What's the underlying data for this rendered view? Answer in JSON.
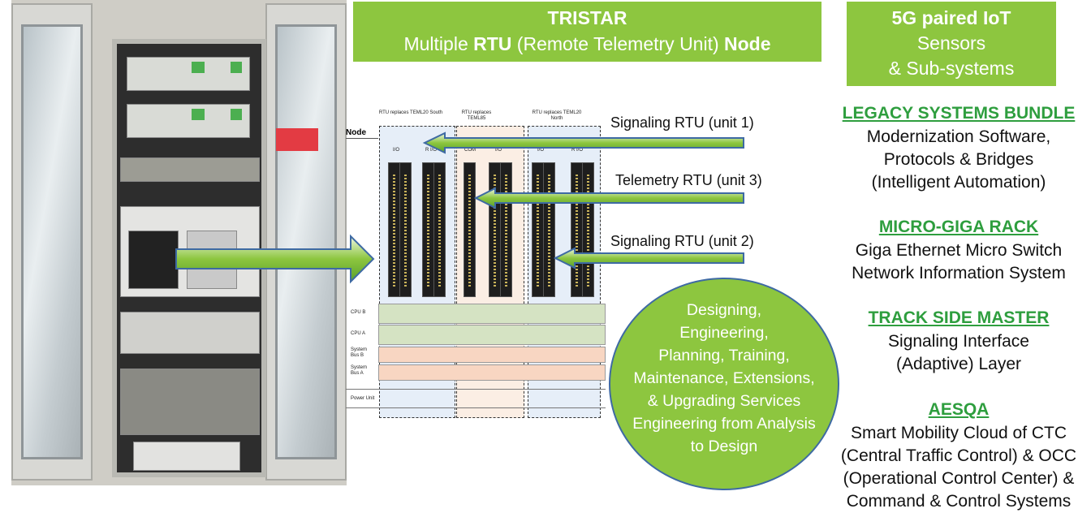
{
  "header_left": {
    "title": "TRISTAR",
    "subtitle_pre": "Multiple ",
    "subtitle_bold1": "RTU",
    "subtitle_mid": " (Remote Telemetry Unit) ",
    "subtitle_bold2": "Node"
  },
  "header_right": {
    "line1_pre": "5G paired ",
    "line1_bold": "IoT",
    "line2": "Sensors",
    "line3": "& Sub-systems"
  },
  "rtu_labels": {
    "unit1": "Signaling RTU (unit 1)",
    "unit3": "Telemetry RTU (unit 3)",
    "unit2": "Signaling RTU (unit 2)"
  },
  "schematic": {
    "node_label": "Node",
    "col_south": "RTU replaces TEML20 South",
    "col_85": "RTU replaces TEML85",
    "col_north": "RTU replaces TEML20 North",
    "slot_labels": [
      "I/O",
      "R I/O",
      "COM",
      "I/O",
      "I/O",
      "R I/O"
    ],
    "rows": [
      "CPU B",
      "CPU A",
      "System Bus B",
      "System Bus A",
      "Power Unit"
    ]
  },
  "services": [
    "Designing,",
    "Engineering,",
    "Planning, Training,",
    "Maintenance, Extensions,",
    "& Upgrading Services",
    "Engineering from Analysis",
    "to Design"
  ],
  "sections": [
    {
      "heading": "LEGACY SYSTEMS BUNDLE",
      "lines": [
        "Modernization Software,",
        "Protocols & Bridges",
        "(Intelligent Automation)"
      ]
    },
    {
      "heading": "MICRO-GIGA RACK",
      "lines": [
        "Giga Ethernet Micro Switch",
        "Network Information System"
      ]
    },
    {
      "heading": "TRACK SIDE MASTER",
      "lines": [
        "Signaling Interface",
        "(Adaptive) Layer"
      ]
    },
    {
      "heading": "AESQA",
      "lines": [
        "Smart Mobility Cloud of CTC",
        "(Central Traffic Control) & OCC",
        "(Operational Control Center) &",
        "Command & Control Systems"
      ]
    }
  ],
  "colors": {
    "header_green": "#8dc63f",
    "heading_green": "#2e9e3e",
    "arrow_blue": "#3e6aa3",
    "cpu_band": "#d5e3c3",
    "bus_band": "#f8d6c2"
  }
}
